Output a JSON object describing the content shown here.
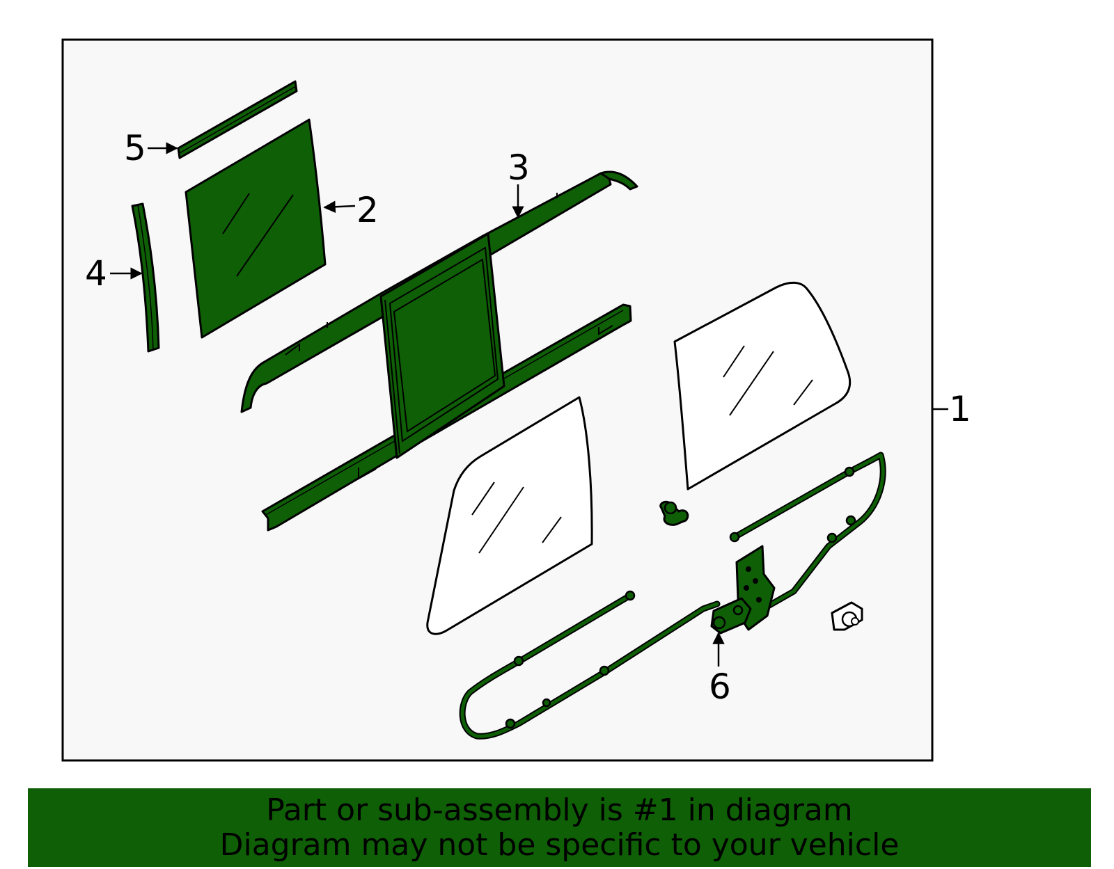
{
  "colors": {
    "part_fill": "#0f5f07",
    "outline": "#000000",
    "panel_background": "#f8f8f8",
    "banner_background": "#0f5f07"
  },
  "callouts": {
    "c1": "1",
    "c2": "2",
    "c3": "3",
    "c4": "4",
    "c5": "5",
    "c6": "6"
  },
  "banner": {
    "line1": "Part or sub-assembly is #1 in diagram",
    "line2": "Diagram may not be specific to your vehicle"
  }
}
